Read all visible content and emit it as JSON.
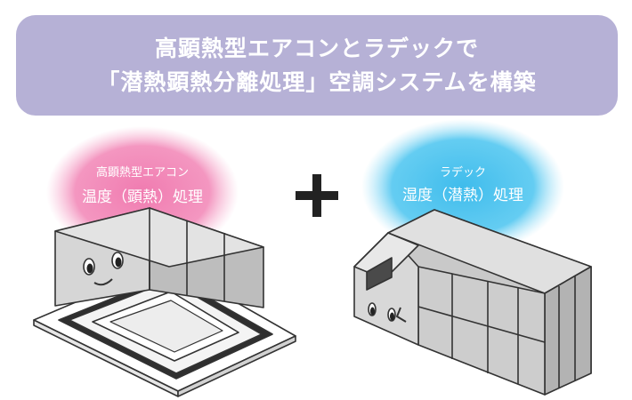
{
  "banner": {
    "line1": "高顕熱型エアコンとラデックで",
    "line2": "「潜熱顕熱分離処理」空調システムを構築"
  },
  "left_unit": {
    "name": "高顕熱型エアコン",
    "role": "温度（顕熱）処理",
    "glow_color": "#f07bb0",
    "icon": "ceiling-cassette-ac-icon"
  },
  "right_unit": {
    "name": "ラデック",
    "role": "湿度（潜熱）処理",
    "glow_color": "#4dc6f0",
    "icon": "ceiling-duct-unit-icon"
  },
  "operator": {
    "icon": "plus-icon"
  },
  "colors": {
    "banner": "#b6b1d6",
    "device_body": "#cfcfcf",
    "outline": "#333333"
  }
}
